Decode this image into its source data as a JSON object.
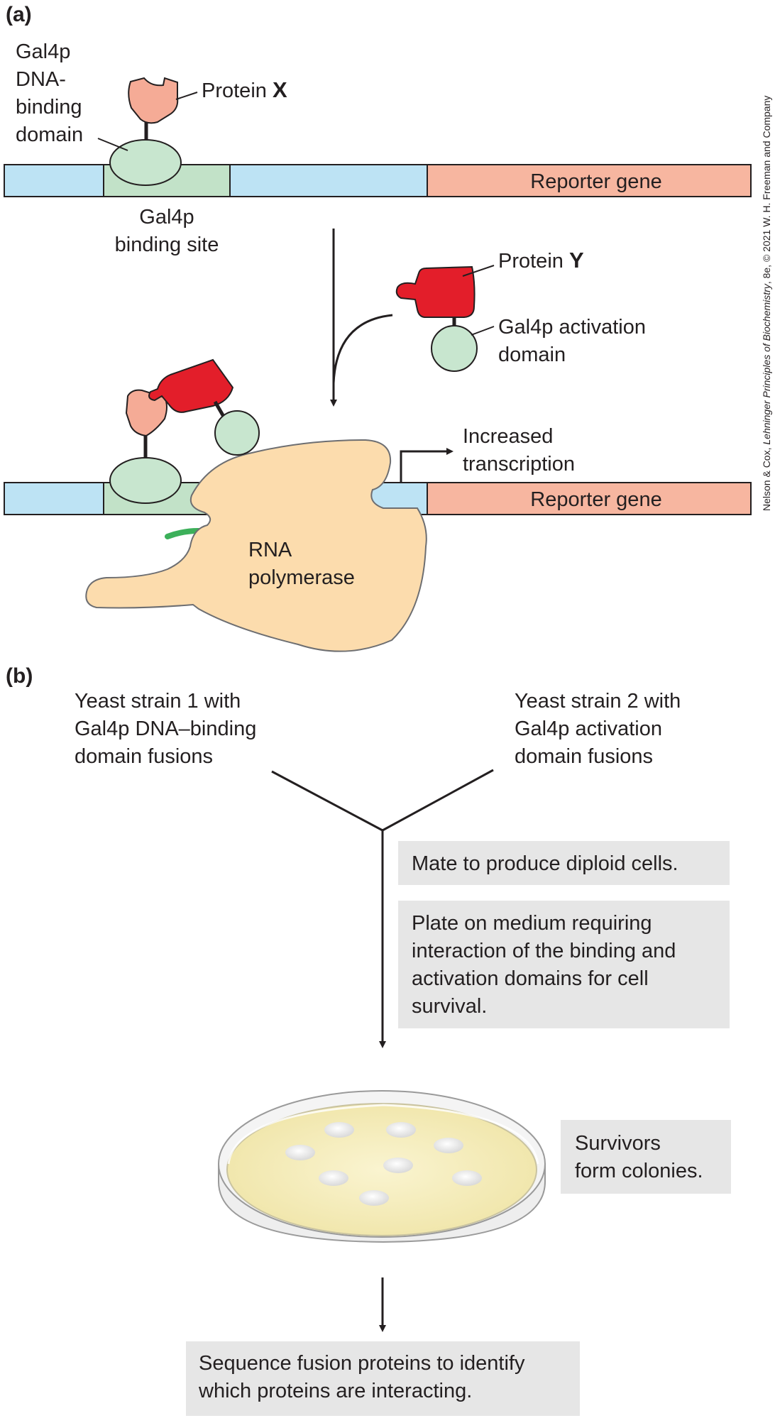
{
  "panel_a": {
    "label": "(a)",
    "dna_binding_domain_label": [
      "Gal4p",
      "DNA-",
      "binding",
      "domain"
    ],
    "protein_x_prefix": "Protein ",
    "protein_x_letter": "X",
    "binding_site_label": [
      "Gal4p",
      "binding site"
    ],
    "reporter_gene": "Reporter gene",
    "protein_y_prefix": "Protein ",
    "protein_y_letter": "Y",
    "activation_domain_label": [
      "Gal4p activation",
      "domain"
    ],
    "increased_transcription": [
      "Increased",
      "transcription"
    ],
    "rna_polymerase": [
      "RNA",
      "polymerase"
    ]
  },
  "panel_b": {
    "label": "(b)",
    "strain1": [
      "Yeast strain 1 with",
      "Gal4p DNA–binding",
      "domain fusions"
    ],
    "strain2": [
      "Yeast strain 2 with",
      "Gal4p activation",
      "domain fusions"
    ],
    "step_mate": "Mate to produce diploid cells.",
    "step_plate": [
      "Plate on medium requiring",
      "interaction of the binding and",
      "activation domains for cell",
      "survival."
    ],
    "step_survivors": [
      "Survivors",
      "form colonies."
    ],
    "step_sequence": [
      "Sequence fusion proteins to identify",
      "which proteins are interacting."
    ]
  },
  "credit": {
    "prefix": "Nelson & Cox, ",
    "book": "Lehninger Principles of Biochemistry",
    "suffix": ", 8e, © 2021 W. H. Freeman and Company"
  },
  "colors": {
    "dna_blue": "#bde3f4",
    "binding_site_green": "#c2e2c8",
    "reporter_salmon": "#f7b6a0",
    "domain_green": "#c8e6cf",
    "protein_x": "#f5ab96",
    "protein_y": "#e31e2a",
    "polymerase": "#fcdcad",
    "rna_green": "#3cb05a",
    "box_gray": "#e6e6e6",
    "agar_yellow": "#f7f0c2"
  }
}
